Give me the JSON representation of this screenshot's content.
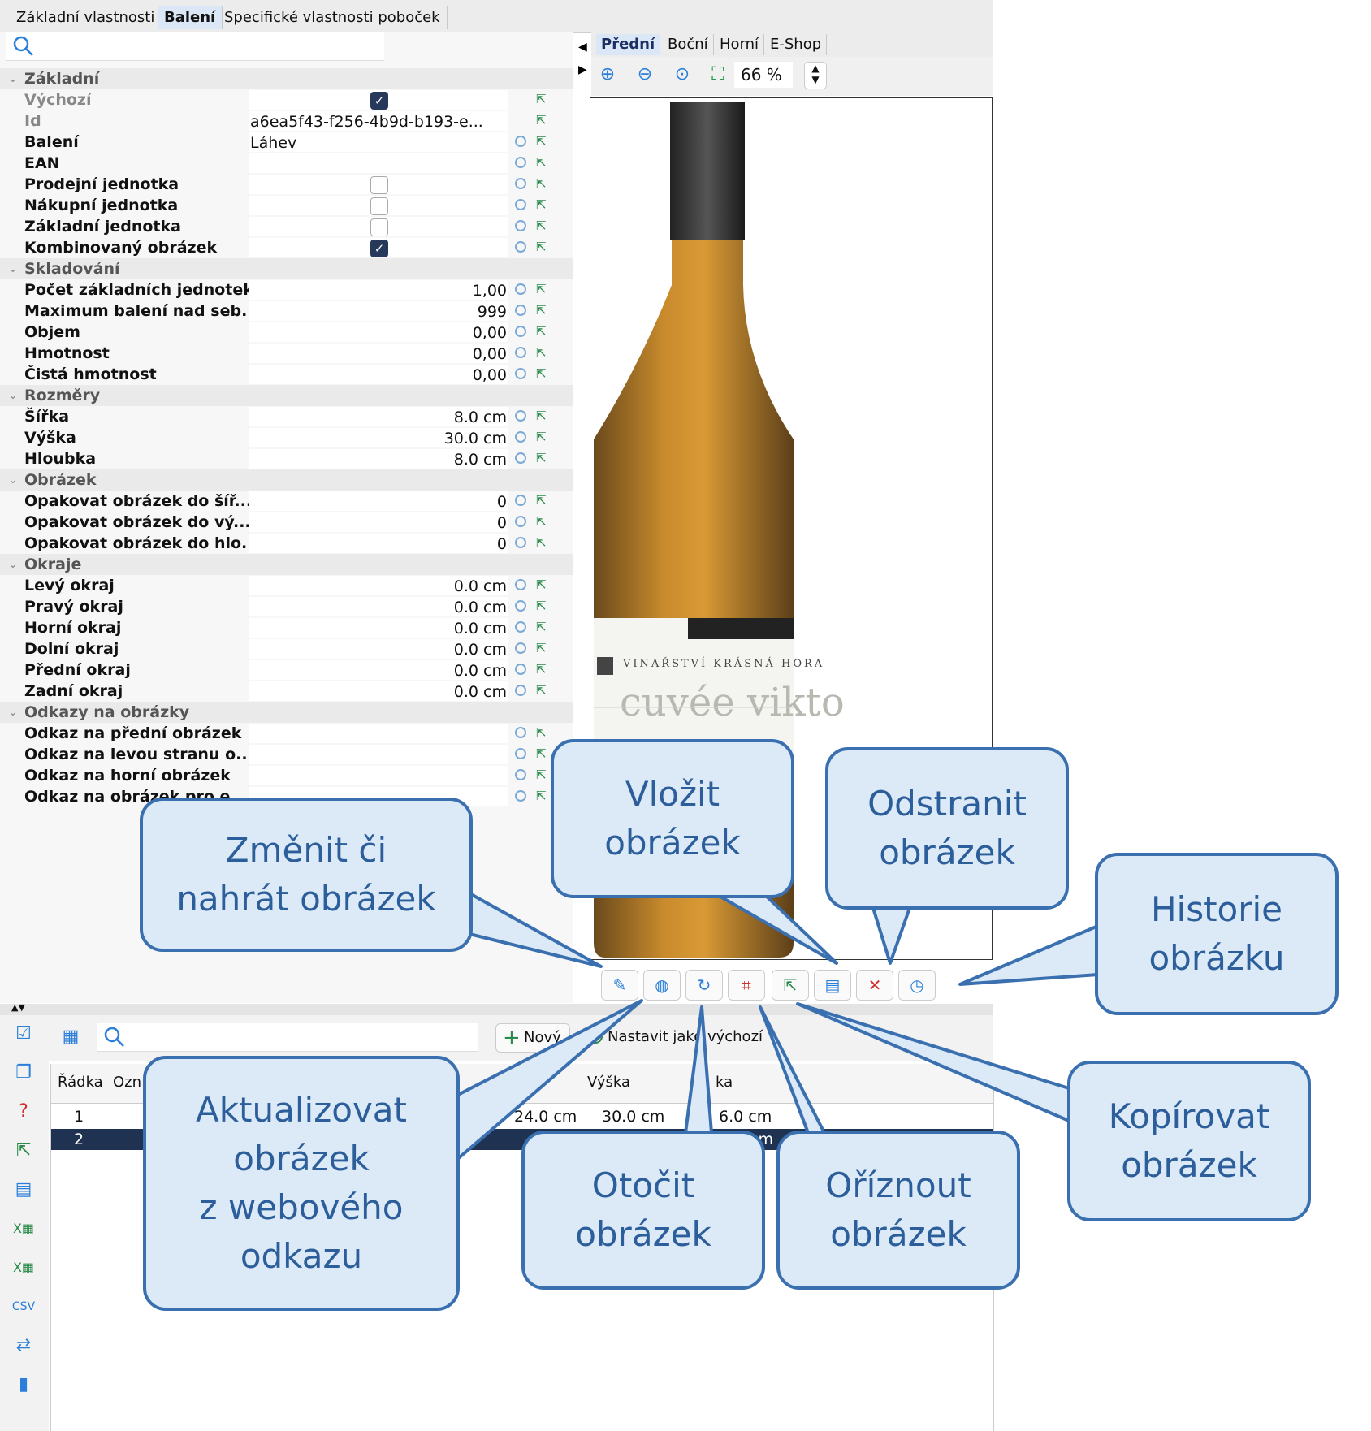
{
  "top_tabs": [
    "Základní vlastnosti",
    "Balení",
    "Specifické vlastnosti poboček"
  ],
  "property_groups": [
    {
      "title": "Základní",
      "rows": [
        {
          "label": "Výchozí",
          "value": "",
          "type": "check",
          "checked": true,
          "muted": true
        },
        {
          "label": "Id",
          "value": "a6ea5f43-f256-4b9d-b193-e...",
          "type": "text",
          "muted": true
        },
        {
          "label": "Balení",
          "value": "Láhev",
          "type": "text"
        },
        {
          "label": "EAN",
          "value": "",
          "type": "text"
        },
        {
          "label": "Prodejní jednotka",
          "value": "",
          "type": "check",
          "checked": false
        },
        {
          "label": "Nákupní jednotka",
          "value": "",
          "type": "check",
          "checked": false
        },
        {
          "label": "Základní jednotka",
          "value": "",
          "type": "check",
          "checked": false
        },
        {
          "label": "Kombinovaný obrázek",
          "value": "",
          "type": "check",
          "checked": true
        }
      ]
    },
    {
      "title": "Skladování",
      "rows": [
        {
          "label": "Počet základních jednotek",
          "value": "1,00",
          "type": "num"
        },
        {
          "label": "Maximum balení nad seb...",
          "value": "999",
          "type": "num"
        },
        {
          "label": "Objem",
          "value": "0,00",
          "type": "num"
        },
        {
          "label": "Hmotnost",
          "value": "0,00",
          "type": "num"
        },
        {
          "label": "Čistá hmotnost",
          "value": "0,00",
          "type": "num"
        }
      ]
    },
    {
      "title": "Rozměry",
      "rows": [
        {
          "label": "Šířka",
          "value": "8.0 cm",
          "type": "num"
        },
        {
          "label": "Výška",
          "value": "30.0 cm",
          "type": "num"
        },
        {
          "label": "Hloubka",
          "value": "8.0 cm",
          "type": "num"
        }
      ]
    },
    {
      "title": "Obrázek",
      "rows": [
        {
          "label": "Opakovat obrázek do šíř...",
          "value": "0",
          "type": "num"
        },
        {
          "label": "Opakovat obrázek do vý...",
          "value": "0",
          "type": "num"
        },
        {
          "label": "Opakovat obrázek do hlo...",
          "value": "0",
          "type": "num"
        }
      ]
    },
    {
      "title": "Okraje",
      "rows": [
        {
          "label": "Levý okraj",
          "value": "0.0 cm",
          "type": "num"
        },
        {
          "label": "Pravý okraj",
          "value": "0.0 cm",
          "type": "num"
        },
        {
          "label": "Horní okraj",
          "value": "0.0 cm",
          "type": "num"
        },
        {
          "label": "Dolní okraj",
          "value": "0.0 cm",
          "type": "num"
        },
        {
          "label": "Přední okraj",
          "value": "0.0 cm",
          "type": "num"
        },
        {
          "label": "Zadní okraj",
          "value": "0.0 cm",
          "type": "num"
        }
      ]
    },
    {
      "title": "Odkazy na obrázky",
      "rows": [
        {
          "label": "Odkaz na přední obrázek",
          "value": "",
          "type": "text"
        },
        {
          "label": "Odkaz na levou stranu o...",
          "value": "",
          "type": "text"
        },
        {
          "label": "Odkaz na horní obrázek",
          "value": "",
          "type": "text"
        },
        {
          "label": "Odkaz na obrázek pro e...",
          "value": "",
          "type": "text"
        }
      ]
    }
  ],
  "view_tabs": [
    "Přední",
    "Boční",
    "Horní",
    "E-Shop"
  ],
  "zoom": {
    "value": "66 %"
  },
  "label": {
    "line1": "VINAŘSTVÍ KRÁSNÁ HORA",
    "line2": "cuvée vikto"
  },
  "toolbar": {
    "new_label": "Nový",
    "default_label": "Nastavit jako výchozí"
  },
  "grid": {
    "headers": [
      "Řádka",
      "Ozn",
      "Výška",
      "ka"
    ],
    "rows": [
      {
        "n": "1",
        "a": "24.0 cm",
        "b": "30.0 cm",
        "c": "6.0 cm",
        "selected": false
      },
      {
        "n": "2",
        "a": "",
        "b": "",
        "c": "cm",
        "selected": true
      }
    ]
  },
  "callouts": {
    "change": [
      "Změnit či",
      "nahrát obrázek"
    ],
    "paste": [
      "Vložit",
      "obrázek"
    ],
    "delete": [
      "Odstranit",
      "obrázek"
    ],
    "history": [
      "Historie",
      "obrázku"
    ],
    "update": [
      "Aktualizovat",
      "obrázek",
      "z webového",
      "odkazu"
    ],
    "rotate": [
      "Otočit",
      "obrázek"
    ],
    "crop": [
      "Oříznout",
      "obrázek"
    ],
    "copy": [
      "Kopírovat",
      "obrázek"
    ]
  },
  "colors": {
    "accent": "#2b7fd8",
    "callout_border": "#3a6fb0",
    "callout_fill": "#dce9f6",
    "selected_row": "#1f3252",
    "active_tab": "#dbe6f6"
  }
}
